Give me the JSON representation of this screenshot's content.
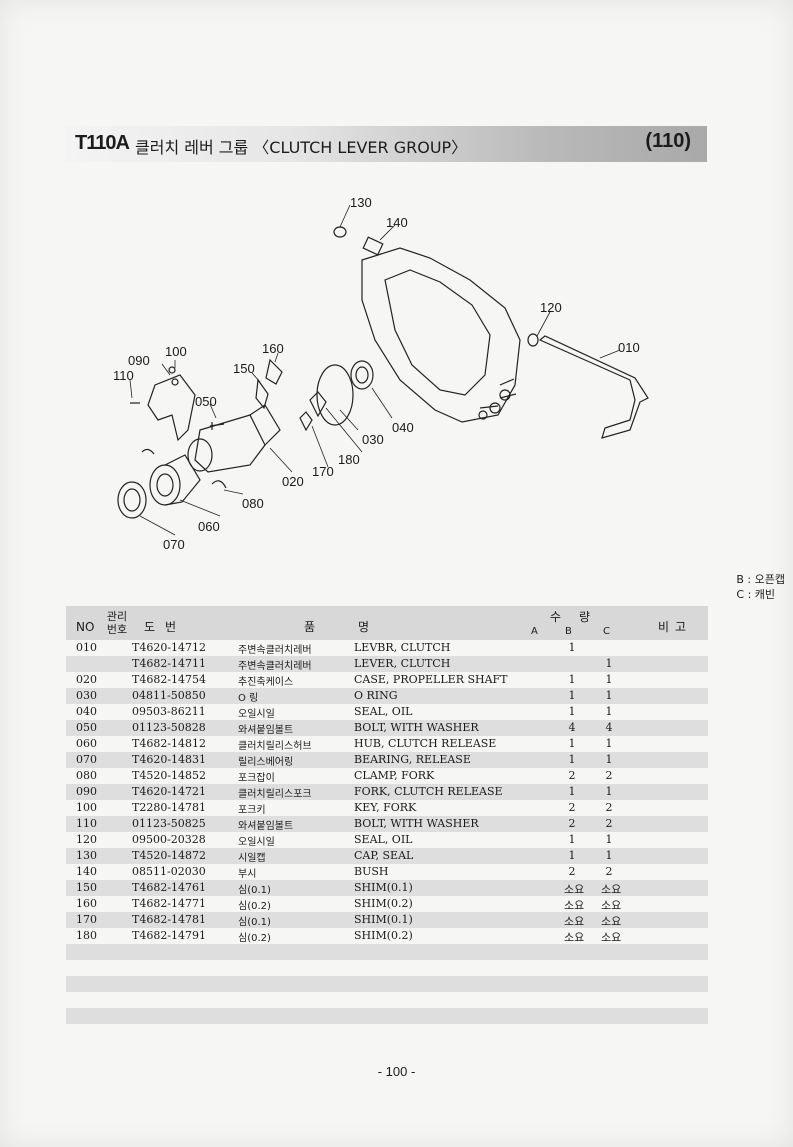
{
  "header": {
    "model": "T110A",
    "group_title": "클러치 레버 그룹 〈CLUTCH LEVER GROUP〉",
    "page_code": "(110)"
  },
  "diagram": {
    "callouts": [
      "130",
      "140",
      "120",
      "010",
      "160",
      "150",
      "100",
      "090",
      "110",
      "050",
      "040",
      "030",
      "180",
      "170",
      "020",
      "080",
      "060",
      "070"
    ]
  },
  "legend": {
    "b": "B : 오픈캡",
    "c": "C : 캐빈"
  },
  "table": {
    "headers": {
      "no": "NO",
      "ref": "관리 번호",
      "part_no": "도번",
      "name_left": "품",
      "name_right": "명",
      "qty": "수량",
      "a": "A",
      "b": "B",
      "c": "C",
      "remark": "비고"
    },
    "rows": [
      {
        "no": "010",
        "part": "T4620-14712",
        "kname": "주변속클러치레버",
        "ename": "LEVBR, CLUTCH",
        "b": "1",
        "c": ""
      },
      {
        "no": "",
        "part": "T4682-14711",
        "kname": "주변속클러치레버",
        "ename": "LEVER, CLUTCH",
        "b": "",
        "c": "1"
      },
      {
        "no": "020",
        "part": "T4682-14754",
        "kname": "추진축케이스",
        "ename": "CASE, PROPELLER SHAFT",
        "b": "1",
        "c": "1"
      },
      {
        "no": "030",
        "part": "04811-50850",
        "kname": "O 링",
        "ename": "O RING",
        "b": "1",
        "c": "1"
      },
      {
        "no": "040",
        "part": "09503-86211",
        "kname": "오일시일",
        "ename": "SEAL, OIL",
        "b": "1",
        "c": "1"
      },
      {
        "no": "050",
        "part": "01123-50828",
        "kname": "와셔붙임볼트",
        "ename": "BOLT, WITH WASHER",
        "b": "4",
        "c": "4"
      },
      {
        "no": "060",
        "part": "T4682-14812",
        "kname": "클러치릴리스허브",
        "ename": "HUB, CLUTCH RELEASE",
        "b": "1",
        "c": "1"
      },
      {
        "no": "070",
        "part": "T4620-14831",
        "kname": "릴리스베어링",
        "ename": "BEARING, RELEASE",
        "b": "1",
        "c": "1"
      },
      {
        "no": "080",
        "part": "T4520-14852",
        "kname": "포크잡이",
        "ename": "CLAMP, FORK",
        "b": "2",
        "c": "2"
      },
      {
        "no": "090",
        "part": "T4620-14721",
        "kname": "클러치릴리스포크",
        "ename": "FORK, CLUTCH RELEASE",
        "b": "1",
        "c": "1"
      },
      {
        "no": "100",
        "part": "T2280-14781",
        "kname": "포크키",
        "ename": "KEY, FORK",
        "b": "2",
        "c": "2"
      },
      {
        "no": "110",
        "part": "01123-50825",
        "kname": "와셔붙임볼트",
        "ename": "BOLT, WITH WASHER",
        "b": "2",
        "c": "2"
      },
      {
        "no": "120",
        "part": "09500-20328",
        "kname": "오일시일",
        "ename": "SEAL, OIL",
        "b": "1",
        "c": "1"
      },
      {
        "no": "130",
        "part": "T4520-14872",
        "kname": "시일캡",
        "ename": "CAP, SEAL",
        "b": "1",
        "c": "1"
      },
      {
        "no": "140",
        "part": "08511-02030",
        "kname": "부시",
        "ename": "BUSH",
        "b": "2",
        "c": "2"
      },
      {
        "no": "150",
        "part": "T4682-14761",
        "kname": "심(0.1)",
        "ename": "SHIM(0.1)",
        "b": "소요",
        "c": "소요"
      },
      {
        "no": "160",
        "part": "T4682-14771",
        "kname": "심(0.2)",
        "ename": "SHIM(0.2)",
        "b": "소요",
        "c": "소요"
      },
      {
        "no": "170",
        "part": "T4682-14781",
        "kname": "심(0.1)",
        "ename": "SHIM(0.1)",
        "b": "소요",
        "c": "소요"
      },
      {
        "no": "180",
        "part": "T4682-14791",
        "kname": "심(0.2)",
        "ename": "SHIM(0.2)",
        "b": "소요",
        "c": "소요"
      }
    ]
  },
  "footer": {
    "page_number": "- 100 -"
  }
}
